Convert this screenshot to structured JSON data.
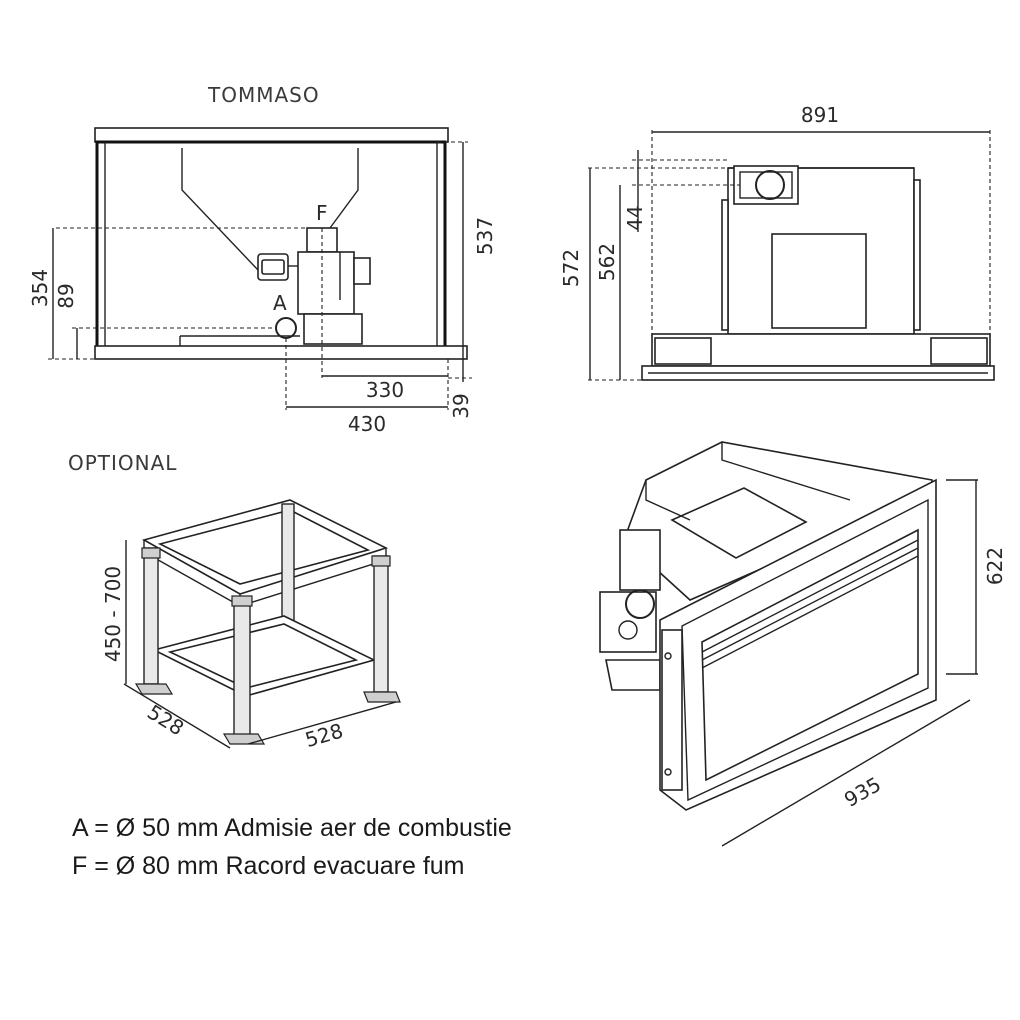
{
  "titles": {
    "product": "TOMMASO",
    "optional": "OPTIONAL"
  },
  "front_view": {
    "marker_f": "F",
    "marker_a": "A",
    "dims": {
      "height_total": "537",
      "height_f": "354",
      "height_a": "89",
      "dist_f": "330",
      "dist_a": "430",
      "base": "39"
    }
  },
  "side_view": {
    "dims": {
      "width": "891",
      "offset_top": "44",
      "height_inner": "562",
      "height_total": "572"
    }
  },
  "stand_view": {
    "dims": {
      "height_range": "450 - 700",
      "depth": "528",
      "width": "528"
    }
  },
  "iso_view": {
    "dims": {
      "height": "622",
      "width": "935"
    }
  },
  "legend": {
    "line_a": "A = Ø 50 mm Admisie aer de combustie",
    "line_f": "F = Ø 80 mm Racord evacuare fum"
  }
}
